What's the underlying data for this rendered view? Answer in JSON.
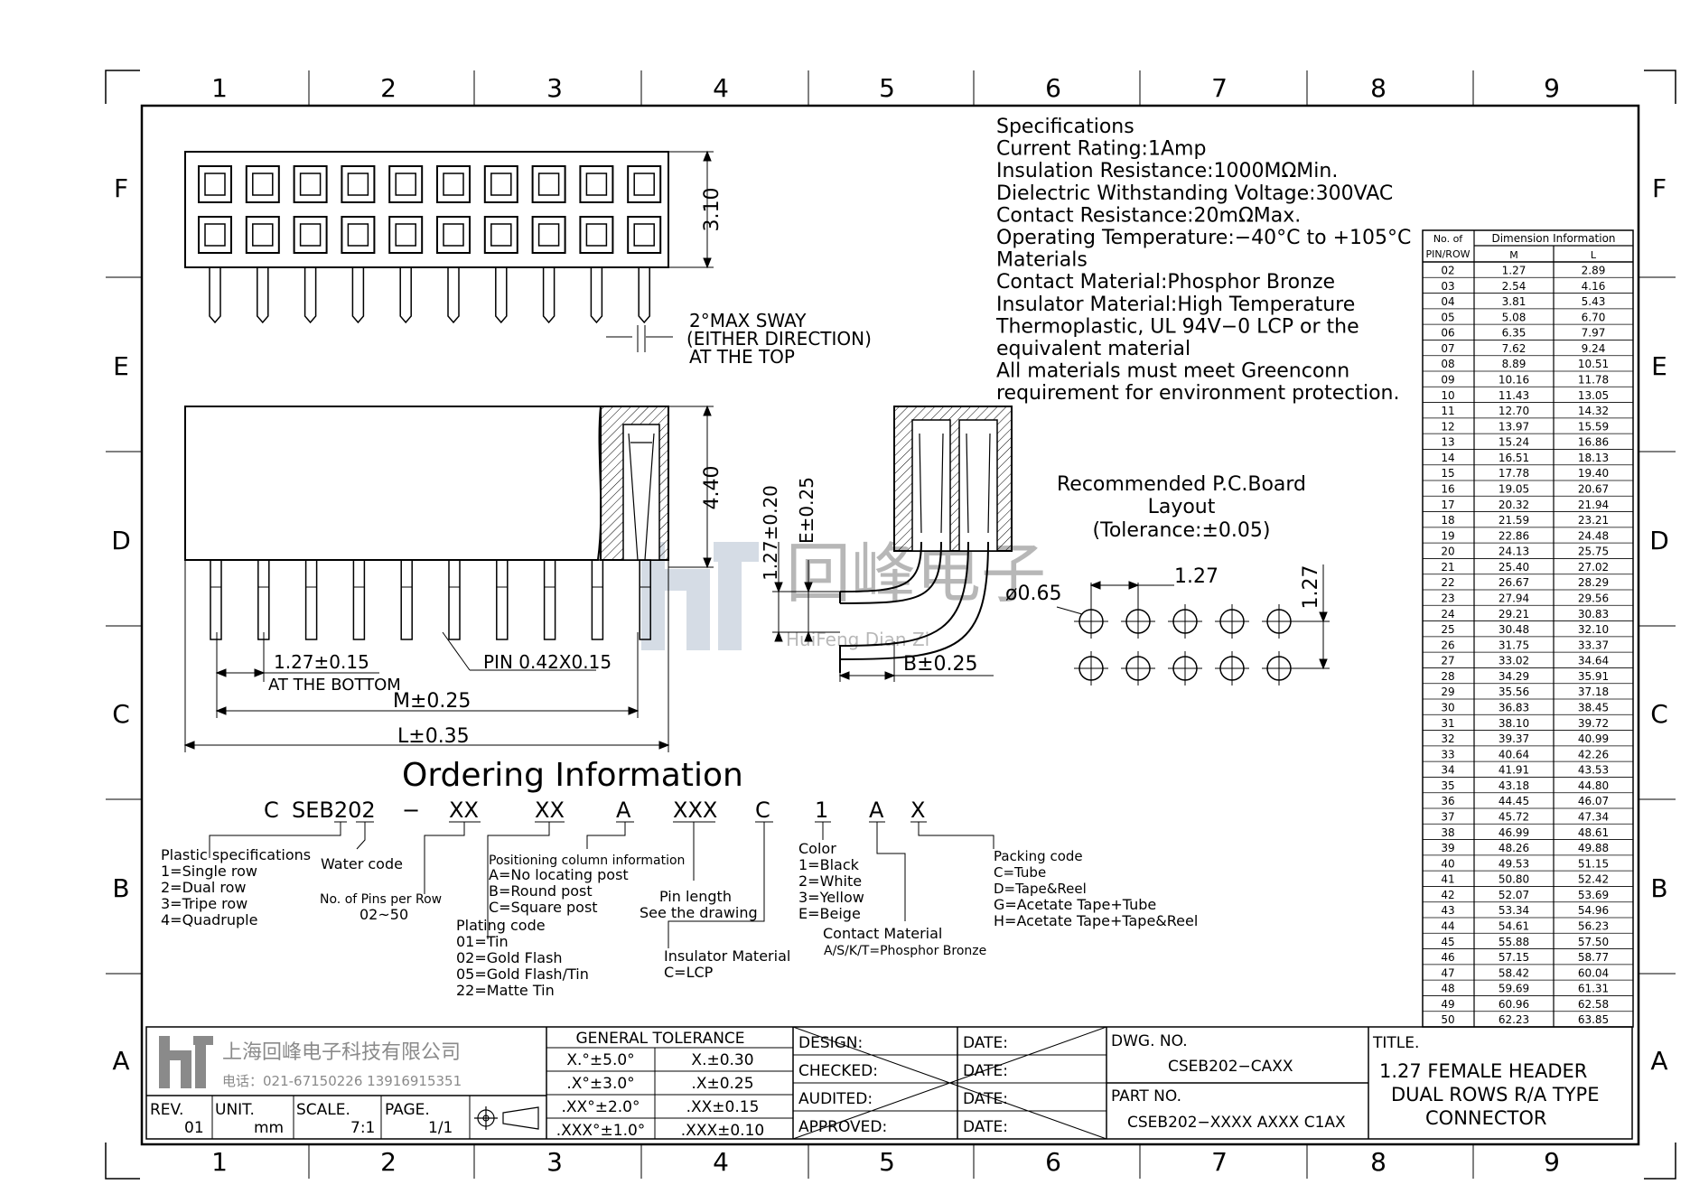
{
  "frame": {
    "columns": [
      "1",
      "2",
      "3",
      "4",
      "5",
      "6",
      "7",
      "8",
      "9"
    ],
    "rows": [
      "F",
      "E",
      "D",
      "C",
      "B",
      "A"
    ]
  },
  "specifications": {
    "lines": [
      "Specifications",
      "Current Rating:1Amp",
      "Insulation Resistance:1000MΩMin.",
      "Dielectric Withstanding Voltage:300VAC",
      "Contact Resistance:20mΩMax.",
      "Operating Temperature:−40°C to +105°C",
      "Materials",
      "Contact Material:Phosphor Bronze",
      "Insulator Material:High Temperature",
      "Thermoplastic, UL 94V−0 LCP or the",
      "equivalent material",
      "All materials must meet Greenconn",
      "requirement for environment protection."
    ]
  },
  "dimension_table": {
    "header_pin": "No. of",
    "header_pin2": "PIN/ROW",
    "header_dim": "Dimension Information",
    "col_m": "M",
    "col_l": "L",
    "rows": [
      [
        "02",
        "1.27",
        "2.89"
      ],
      [
        "03",
        "2.54",
        "4.16"
      ],
      [
        "04",
        "3.81",
        "5.43"
      ],
      [
        "05",
        "5.08",
        "6.70"
      ],
      [
        "06",
        "6.35",
        "7.97"
      ],
      [
        "07",
        "7.62",
        "9.24"
      ],
      [
        "08",
        "8.89",
        "10.51"
      ],
      [
        "09",
        "10.16",
        "11.78"
      ],
      [
        "10",
        "11.43",
        "13.05"
      ],
      [
        "11",
        "12.70",
        "14.32"
      ],
      [
        "12",
        "13.97",
        "15.59"
      ],
      [
        "13",
        "15.24",
        "16.86"
      ],
      [
        "14",
        "16.51",
        "18.13"
      ],
      [
        "15",
        "17.78",
        "19.40"
      ],
      [
        "16",
        "19.05",
        "20.67"
      ],
      [
        "17",
        "20.32",
        "21.94"
      ],
      [
        "18",
        "21.59",
        "23.21"
      ],
      [
        "19",
        "22.86",
        "24.48"
      ],
      [
        "20",
        "24.13",
        "25.75"
      ],
      [
        "21",
        "25.40",
        "27.02"
      ],
      [
        "22",
        "26.67",
        "28.29"
      ],
      [
        "23",
        "27.94",
        "29.56"
      ],
      [
        "24",
        "29.21",
        "30.83"
      ],
      [
        "25",
        "30.48",
        "32.10"
      ],
      [
        "26",
        "31.75",
        "33.37"
      ],
      [
        "27",
        "33.02",
        "34.64"
      ],
      [
        "28",
        "34.29",
        "35.91"
      ],
      [
        "29",
        "35.56",
        "37.18"
      ],
      [
        "30",
        "36.83",
        "38.45"
      ],
      [
        "31",
        "38.10",
        "39.72"
      ],
      [
        "32",
        "39.37",
        "40.99"
      ],
      [
        "33",
        "40.64",
        "42.26"
      ],
      [
        "34",
        "41.91",
        "43.53"
      ],
      [
        "35",
        "43.18",
        "44.80"
      ],
      [
        "36",
        "44.45",
        "46.07"
      ],
      [
        "37",
        "45.72",
        "47.34"
      ],
      [
        "38",
        "46.99",
        "48.61"
      ],
      [
        "39",
        "48.26",
        "49.88"
      ],
      [
        "40",
        "49.53",
        "51.15"
      ],
      [
        "41",
        "50.80",
        "52.42"
      ],
      [
        "42",
        "52.07",
        "53.69"
      ],
      [
        "43",
        "53.34",
        "54.96"
      ],
      [
        "44",
        "54.61",
        "56.23"
      ],
      [
        "45",
        "55.88",
        "57.50"
      ],
      [
        "46",
        "57.15",
        "58.77"
      ],
      [
        "47",
        "58.42",
        "60.04"
      ],
      [
        "48",
        "59.69",
        "61.31"
      ],
      [
        "49",
        "60.96",
        "62.58"
      ],
      [
        "50",
        "62.23",
        "63.85"
      ]
    ]
  },
  "dimensions": {
    "top_height": "3.10",
    "sway_1": "2°MAX SWAY",
    "sway_2": "(EITHER DIRECTION)",
    "sway_3": "AT THE TOP",
    "body_height": "4.40",
    "pitch": "1.27±0.15",
    "pitch_note": "AT THE BOTTOM",
    "pin": "PIN 0.42X0.15",
    "m_dim": "M±0.25",
    "l_dim": "L±0.35",
    "side_h": "1.27±0.20",
    "side_e": "E±0.25",
    "side_b": "B±0.25"
  },
  "pcb": {
    "title1": "Recommended P.C.Board",
    "title2": "Layout",
    "tolerance": "(Tolerance:±0.05)",
    "hole": "ø0.65",
    "pitch_x": "1.27",
    "pitch_y": "1.27"
  },
  "watermark": {
    "cn": "回峰电子",
    "pinyin": "HuiFeng Dian Zi"
  },
  "ordering": {
    "title": "Ordering Information",
    "code": [
      "C",
      "SEB202",
      "−",
      "XX",
      "XX",
      "A",
      "XXX",
      "C",
      "1",
      "A",
      "X"
    ],
    "plastic_title": "Plastic specifications",
    "plastic_opts": [
      "1=Single row",
      "2=Dual row",
      "3=Tripe row",
      "4=Quadruple"
    ],
    "water": "Water code",
    "pins_title": "No. of Pins per Row",
    "pins_range": "02~50",
    "plating_title": "Plating code",
    "plating_opts": [
      "01=Tin",
      "02=Gold Flash",
      "05=Gold Flash/Tin",
      "22=Matte Tin"
    ],
    "position_title": "Positioning column information",
    "position_opts": [
      "A=No locating post",
      "B=Round post",
      "C=Square post"
    ],
    "pin_length_1": "Pin length",
    "pin_length_2": "See the drawing",
    "insulator_title": "Insulator Material",
    "insulator_opt": "C=LCP",
    "color_title": "Color",
    "color_opts": [
      "1=Black",
      "2=White",
      "3=Yellow",
      "E=Beige"
    ],
    "contact_title": "Contact Material",
    "contact_opt": "A/S/K/T=Phosphor Bronze",
    "packing_title": "Packing code",
    "packing_opts": [
      "C=Tube",
      "D=Tape&Reel",
      "G=Acetate Tape+Tube",
      "H=Acetate Tape+Tape&Reel"
    ]
  },
  "title_block": {
    "company": "上海回峰电子科技有限公司",
    "phone": "电话：021-67150226  13916915351",
    "rev_label": "REV.",
    "rev": "01",
    "unit_label": "UNIT.",
    "unit": "mm",
    "scale_label": "SCALE.",
    "scale": "7:1",
    "page_label": "PAGE.",
    "page": "1/1",
    "tol_title": "GENERAL TOLERANCE",
    "tol_rows": [
      [
        "X.°±5.0°",
        "X.±0.30"
      ],
      [
        ".X°±3.0°",
        ".X±0.25"
      ],
      [
        ".XX°±2.0°",
        ".XX±0.15"
      ],
      [
        ".XXX°±1.0°",
        ".XXX±0.10"
      ]
    ],
    "sign_rows": [
      "DESIGN:",
      "CHECKED:",
      "AUDITED:",
      "APPROVED:"
    ],
    "date_label": "DATE:",
    "dwg_label": "DWG. NO.",
    "dwg_no": "CSEB202−CAXX",
    "part_label": "PART NO.",
    "part_no": "CSEB202−XXXX AXXX C1AX",
    "title_label": "TITLE.",
    "title_1": "1.27 FEMALE HEADER",
    "title_2": "DUAL ROWS R/A TYPE",
    "title_3": "CONNECTOR"
  }
}
